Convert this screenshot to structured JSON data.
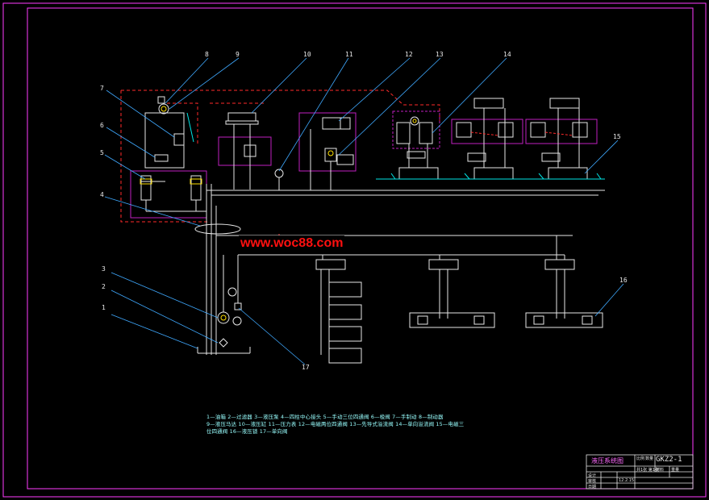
{
  "callouts": [
    "1",
    "2",
    "3",
    "4",
    "5",
    "6",
    "7",
    "8",
    "9",
    "10",
    "11",
    "12",
    "13",
    "14",
    "15",
    "16",
    "17"
  ],
  "watermark": "www.woc88.com",
  "legend": {
    "line1": "1—油箱    2—过滤器    3—液压泵    4—四柱中心接头    5—手动三位四通阀    6—梭阀    7—手制动    8—制动器",
    "line2": "9—液压马达    10—液压缸    11—压力表    12—电磁两位四通阀    13—先导式溢流阀    14—单向溢流阀    15—电磁三",
    "line3": "位四通阀    16—液压锁    17—单向阀"
  },
  "title_block": {
    "drawing_title": "液压系统图",
    "drawing_code": "GKZ2-1",
    "cell_a": "比例",
    "cell_b": "数量",
    "cell_c": "材料",
    "cell_d": "共1张 第1张",
    "cell_e": "重量",
    "cell_f": "设计",
    "cell_g": "审核",
    "cell_h": "日期",
    "date": "12.2.15"
  },
  "colors": {
    "line": "#e6e6e6",
    "dash": "#ff2a2a",
    "group": "#c020c0",
    "cyan": "#00e5e5",
    "frame": "#ff3cff"
  }
}
